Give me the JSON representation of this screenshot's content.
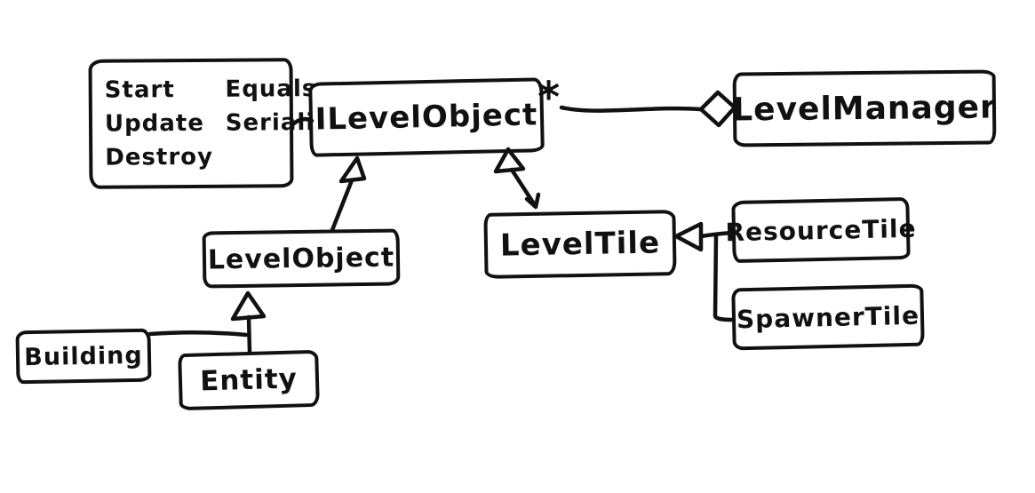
{
  "canvas": {
    "background_color": "#ffffff",
    "ink_color": "#111111",
    "diagram_type": "hand-drawn UML class diagram"
  },
  "interface_methods": {
    "col1": [
      "Start",
      "Update",
      "Destroy"
    ],
    "col2": [
      "Equals",
      "Serialize"
    ]
  },
  "classes": {
    "ilevelobject": {
      "label": "ILevelObject"
    },
    "levelmanager": {
      "label": "LevelManager"
    },
    "levelobject": {
      "label": "LevelObject"
    },
    "leveltile": {
      "label": "LevelTile"
    },
    "resourcetile": {
      "label": "ResourceTile"
    },
    "spawnertile": {
      "label": "SpawnerTile"
    },
    "building": {
      "label": "Building"
    },
    "entity": {
      "label": "Entity"
    }
  },
  "labels": {
    "multiplicity": "*"
  },
  "relationships": [
    {
      "from": "LevelManager",
      "to": "ILevelObject",
      "type": "aggregation",
      "multiplicity": "*"
    },
    {
      "from": "LevelObject",
      "to": "ILevelObject",
      "type": "inheritance"
    },
    {
      "from": "LevelTile",
      "to": "ILevelObject",
      "type": "inheritance"
    },
    {
      "from": "ResourceTile",
      "to": "LevelTile",
      "type": "inheritance"
    },
    {
      "from": "SpawnerTile",
      "to": "LevelTile",
      "type": "inheritance"
    },
    {
      "from": "Building",
      "to": "LevelObject",
      "type": "inheritance"
    },
    {
      "from": "Entity",
      "to": "LevelObject",
      "type": "inheritance"
    },
    {
      "from": "methods-note",
      "to": "ILevelObject",
      "type": "note-attachment"
    }
  ]
}
